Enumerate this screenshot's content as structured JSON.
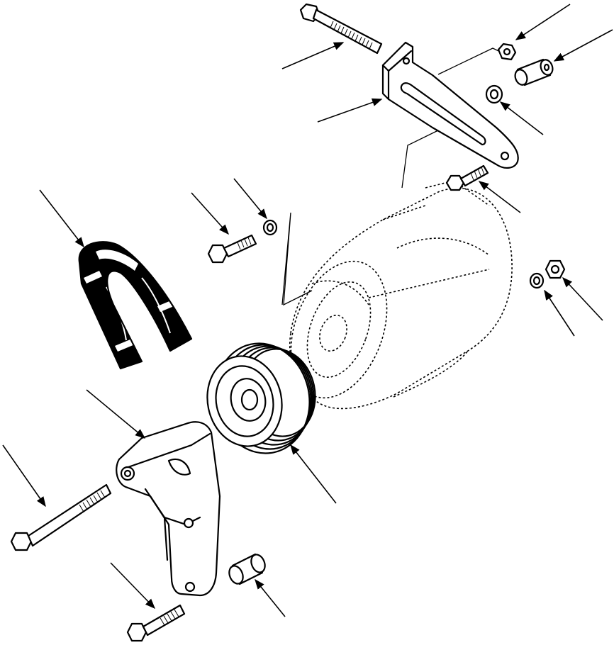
{
  "figure": {
    "type": "exploded-parts-diagram",
    "labels": []
  },
  "parts": [
    {
      "id": "adjusting-bolt",
      "icon": "long-bolt"
    },
    {
      "id": "adjusting-strap",
      "icon": "slotted-bracket"
    },
    {
      "id": "nut",
      "icon": "hex-nut"
    },
    {
      "id": "spacer-sleeve",
      "icon": "sleeve"
    },
    {
      "id": "washer",
      "icon": "washer"
    },
    {
      "id": "strap-capscrew",
      "icon": "capscrew"
    },
    {
      "id": "drive-belt",
      "icon": "v-ribbed-belt"
    },
    {
      "id": "capscrew",
      "icon": "capscrew"
    },
    {
      "id": "lock-washer",
      "icon": "washer"
    },
    {
      "id": "alternator-phantom",
      "icon": "alternator-outline"
    },
    {
      "id": "pulley",
      "icon": "grooved-pulley"
    },
    {
      "id": "mounting-bracket",
      "icon": "mounting-bracket"
    },
    {
      "id": "pivot-bolt",
      "icon": "long-bolt"
    },
    {
      "id": "bracket-capscrew",
      "icon": "capscrew"
    },
    {
      "id": "bushing",
      "icon": "bushing"
    },
    {
      "id": "rear-nut",
      "icon": "hex-nut"
    },
    {
      "id": "rear-lock-washer",
      "icon": "washer"
    }
  ]
}
